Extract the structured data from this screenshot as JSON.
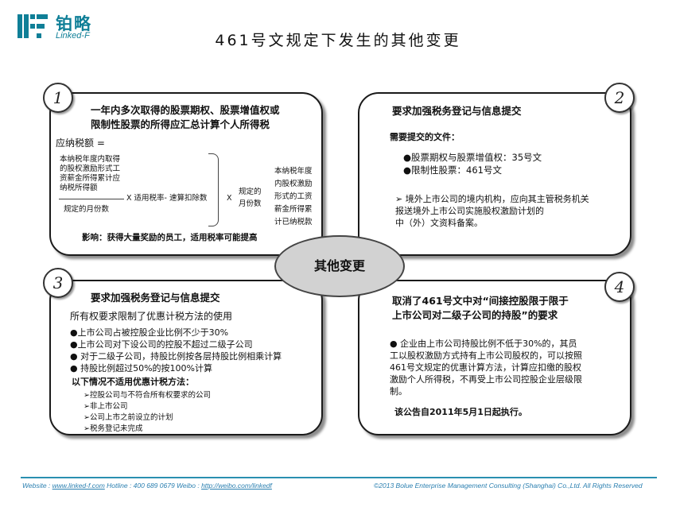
{
  "logo": {
    "cn": "铂略",
    "en": "Linked-F"
  },
  "title": "461号文规定下发生的其他变更",
  "center": "其他变更",
  "cards": {
    "c1": {
      "num": "1",
      "heading1": "一年内多次取得的股票期权、股票增值权或",
      "heading2": "限制性股票的所得应汇总计算个人所得税",
      "tax_label": "应纳税额  =",
      "f1": "本纳税年度内取得",
      "f2": "的股权激励形式工",
      "f3": "资薪金所得累计应",
      "f4": "纳税所得额",
      "f_den": "规定的月份数",
      "f_mid": "X 适用税率- 速算扣除数",
      "f_x": "X",
      "f_months1": "规定的",
      "f_months2": "月份数",
      "r1": "本纳税年度",
      "r2": "内股权激励",
      "r3": "形式的工资",
      "r4": "薪金所得累",
      "r5": "计已纳税款",
      "impact": "影响：获得大量奖励的员工，适用税率可能提高"
    },
    "c2": {
      "num": "2",
      "heading": "要求加强税务登记与信息提交",
      "sub": "需要提交的文件：",
      "b1": "●股票期权与股票增值权：35号文",
      "b2": "●限制性股票：461号文",
      "p1": "➢ 境外上市公司的境内机构，应向其主管税务机关",
      "p2": "报送境外上市公司实施股权激励计划的",
      "p3": "中（外）文资料备案。"
    },
    "c3": {
      "num": "3",
      "heading": "要求加强税务登记与信息提交",
      "intro": "所有权要求限制了优惠计税方法的使用",
      "b1": "●上市公司占被控股企业比例不少于30%",
      "b2": "●上市公司对下设公司的控股不超过二级子公司",
      "b3": "● 对于二级子公司，持股比例按各层持股比例相乘计算",
      "b4": "● 持股比例超过50%的按100%计算",
      "sub": "以下情况不适用优惠计税方法：",
      "l1": "➢控股公司与不符合所有权要求的公司",
      "l2": "➢非上市公司",
      "l3": "➢公司上市之前设立的计划",
      "l4": "➢税务登记未完成"
    },
    "c4": {
      "num": "4",
      "heading1": "取消了461号文中对“间接控股限于限于",
      "heading2": "上市公司对二级子公司的持股”的要求",
      "p1": "●  企业由上市公司持股比例不低于30%的，其员",
      "p2": "工以股权激励方式持有上市公司股权的，可以按照",
      "p3": "461号文规定的优惠计算方法，计算应扣缴的股权",
      "p4": "激励个人所得税，不再受上市公司控股企业层级限",
      "p5": "制。",
      "note": "该公告自2011年5月1日起执行。"
    }
  },
  "footer": {
    "website_label": "Website : ",
    "website": "www.linked-f.com",
    "hotline": "  Hotline : 400 689 0679  Weibo : ",
    "weibo": "http://weibo.com/linkedf",
    "copyright": "©2013 Bolue Enterprise Management Consulting (Shanghai) Co.,Ltd. All Rights Reserved"
  },
  "colors": {
    "brand": "#0f7f97",
    "footer": "#2a7fb0"
  }
}
